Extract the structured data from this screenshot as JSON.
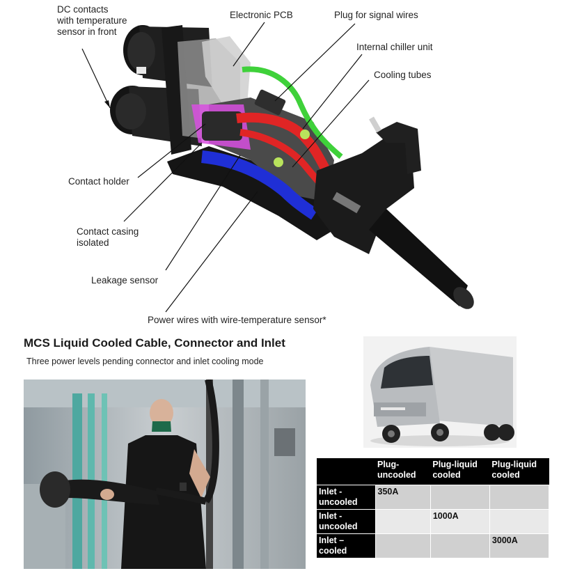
{
  "callouts": {
    "dc_contacts": "DC contacts\nwith temperature\nsensor in front",
    "electronic_pcb": "Electronic PCB",
    "plug_signal": "Plug for signal wires",
    "chiller": "Internal chiller unit",
    "cooling_tubes": "Cooling tubes",
    "contact_holder": "Contact holder",
    "contact_casing": "Contact casing\nisolated",
    "leakage_sensor": "Leakage sensor",
    "power_wires": "Power wires with  wire-temperature sensor*"
  },
  "heading": "MCS Liquid Cooled Cable, Connector and Inlet",
  "subheading": "Three power levels pending connector and inlet cooling mode",
  "table": {
    "columns": [
      "",
      "Plug-uncooled",
      "Plug-liquid cooled",
      "Plug-liquid cooled"
    ],
    "rows": [
      {
        "label": "Inlet - uncooled",
        "cells": [
          "350A",
          "",
          ""
        ]
      },
      {
        "label": "Inlet - uncooled",
        "cells": [
          "",
          "1000A",
          ""
        ]
      },
      {
        "label": "Inlet – cooled",
        "cells": [
          "",
          "",
          "3000A"
        ]
      }
    ]
  },
  "colors": {
    "signal_wire": "#3fd13a",
    "cooling_red": "#e02525",
    "cooling_blue": "#1f2fd6",
    "magenta": "#d84fe0",
    "housing": "#1c1c1c"
  }
}
